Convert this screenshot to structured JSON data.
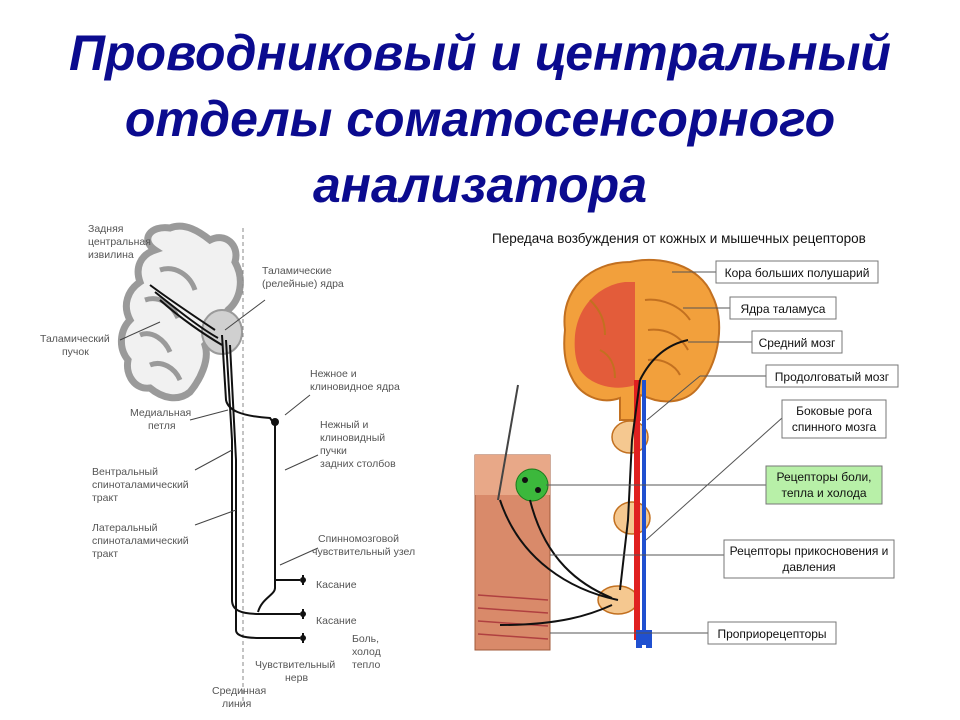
{
  "title": {
    "line1": "Проводниковый и центральный",
    "line2": "отделы соматосенсорного",
    "line3": "анализатора"
  },
  "left_diagram": {
    "labels": {
      "postcentral_1": "Задняя",
      "postcentral_2": "центральная",
      "postcentral_3": "извилина",
      "thalamic_nuclei_1": "Таламические",
      "thalamic_nuclei_2": "(релейные) ядра",
      "thalamic_bundle_1": "Таламический",
      "thalamic_bundle_2": "пучок",
      "gracile_nuclei_1": "Нежное и",
      "gracile_nuclei_2": "клиновидное ядра",
      "medial_lemniscus_1": "Медиальная",
      "medial_lemniscus_2": "петля",
      "fasciculi_1": "Нежный и",
      "fasciculi_2": "клиновидный",
      "fasciculi_3": "пучки",
      "fasciculi_4": "задних столбов",
      "ventral_tract_1": "Вентральный",
      "ventral_tract_2": "спиноталамический",
      "ventral_tract_3": "тракт",
      "lateral_tract_1": "Латеральный",
      "lateral_tract_2": "спиноталамический",
      "lateral_tract_3": "тракт",
      "ganglion_1": "Спинномозговой",
      "ganglion_2": "чувствительный узел",
      "touch_1": "Касание",
      "touch_2": "Касание",
      "pain_1": "Боль,",
      "pain_2": "холод",
      "pain_3": "тепло",
      "sensory_nerve_1": "Чувствительный",
      "sensory_nerve_2": "нерв",
      "midline_1": "Срединная",
      "midline_2": "линия"
    }
  },
  "right_diagram": {
    "header": "Передача возбуждения от кожных и мышечных рецепторов",
    "callouts": {
      "cortex": "Кора больших полушарий",
      "thalamus": "Ядра таламуса",
      "midbrain": "Средний мозг",
      "medulla": "Продолговатый мозг",
      "horns_1": "Боковые рога",
      "horns_2": "спинного мозга",
      "receptors_pain_1": "Рецепторы боли,",
      "receptors_pain_2": "тепла и холода",
      "receptors_touch_1": "Рецепторы прикосновения и",
      "receptors_touch_2": "давления",
      "proprio": "Проприорецепторы"
    },
    "colors": {
      "highlight_box": "#b8f0a8",
      "brain": "#f2a03c",
      "brain_inner": "#e0503a",
      "skin": "#d98a6a",
      "spinal_red": "#e02020",
      "spinal_blue": "#2050d0",
      "green_receptor": "#3cb83c"
    }
  }
}
